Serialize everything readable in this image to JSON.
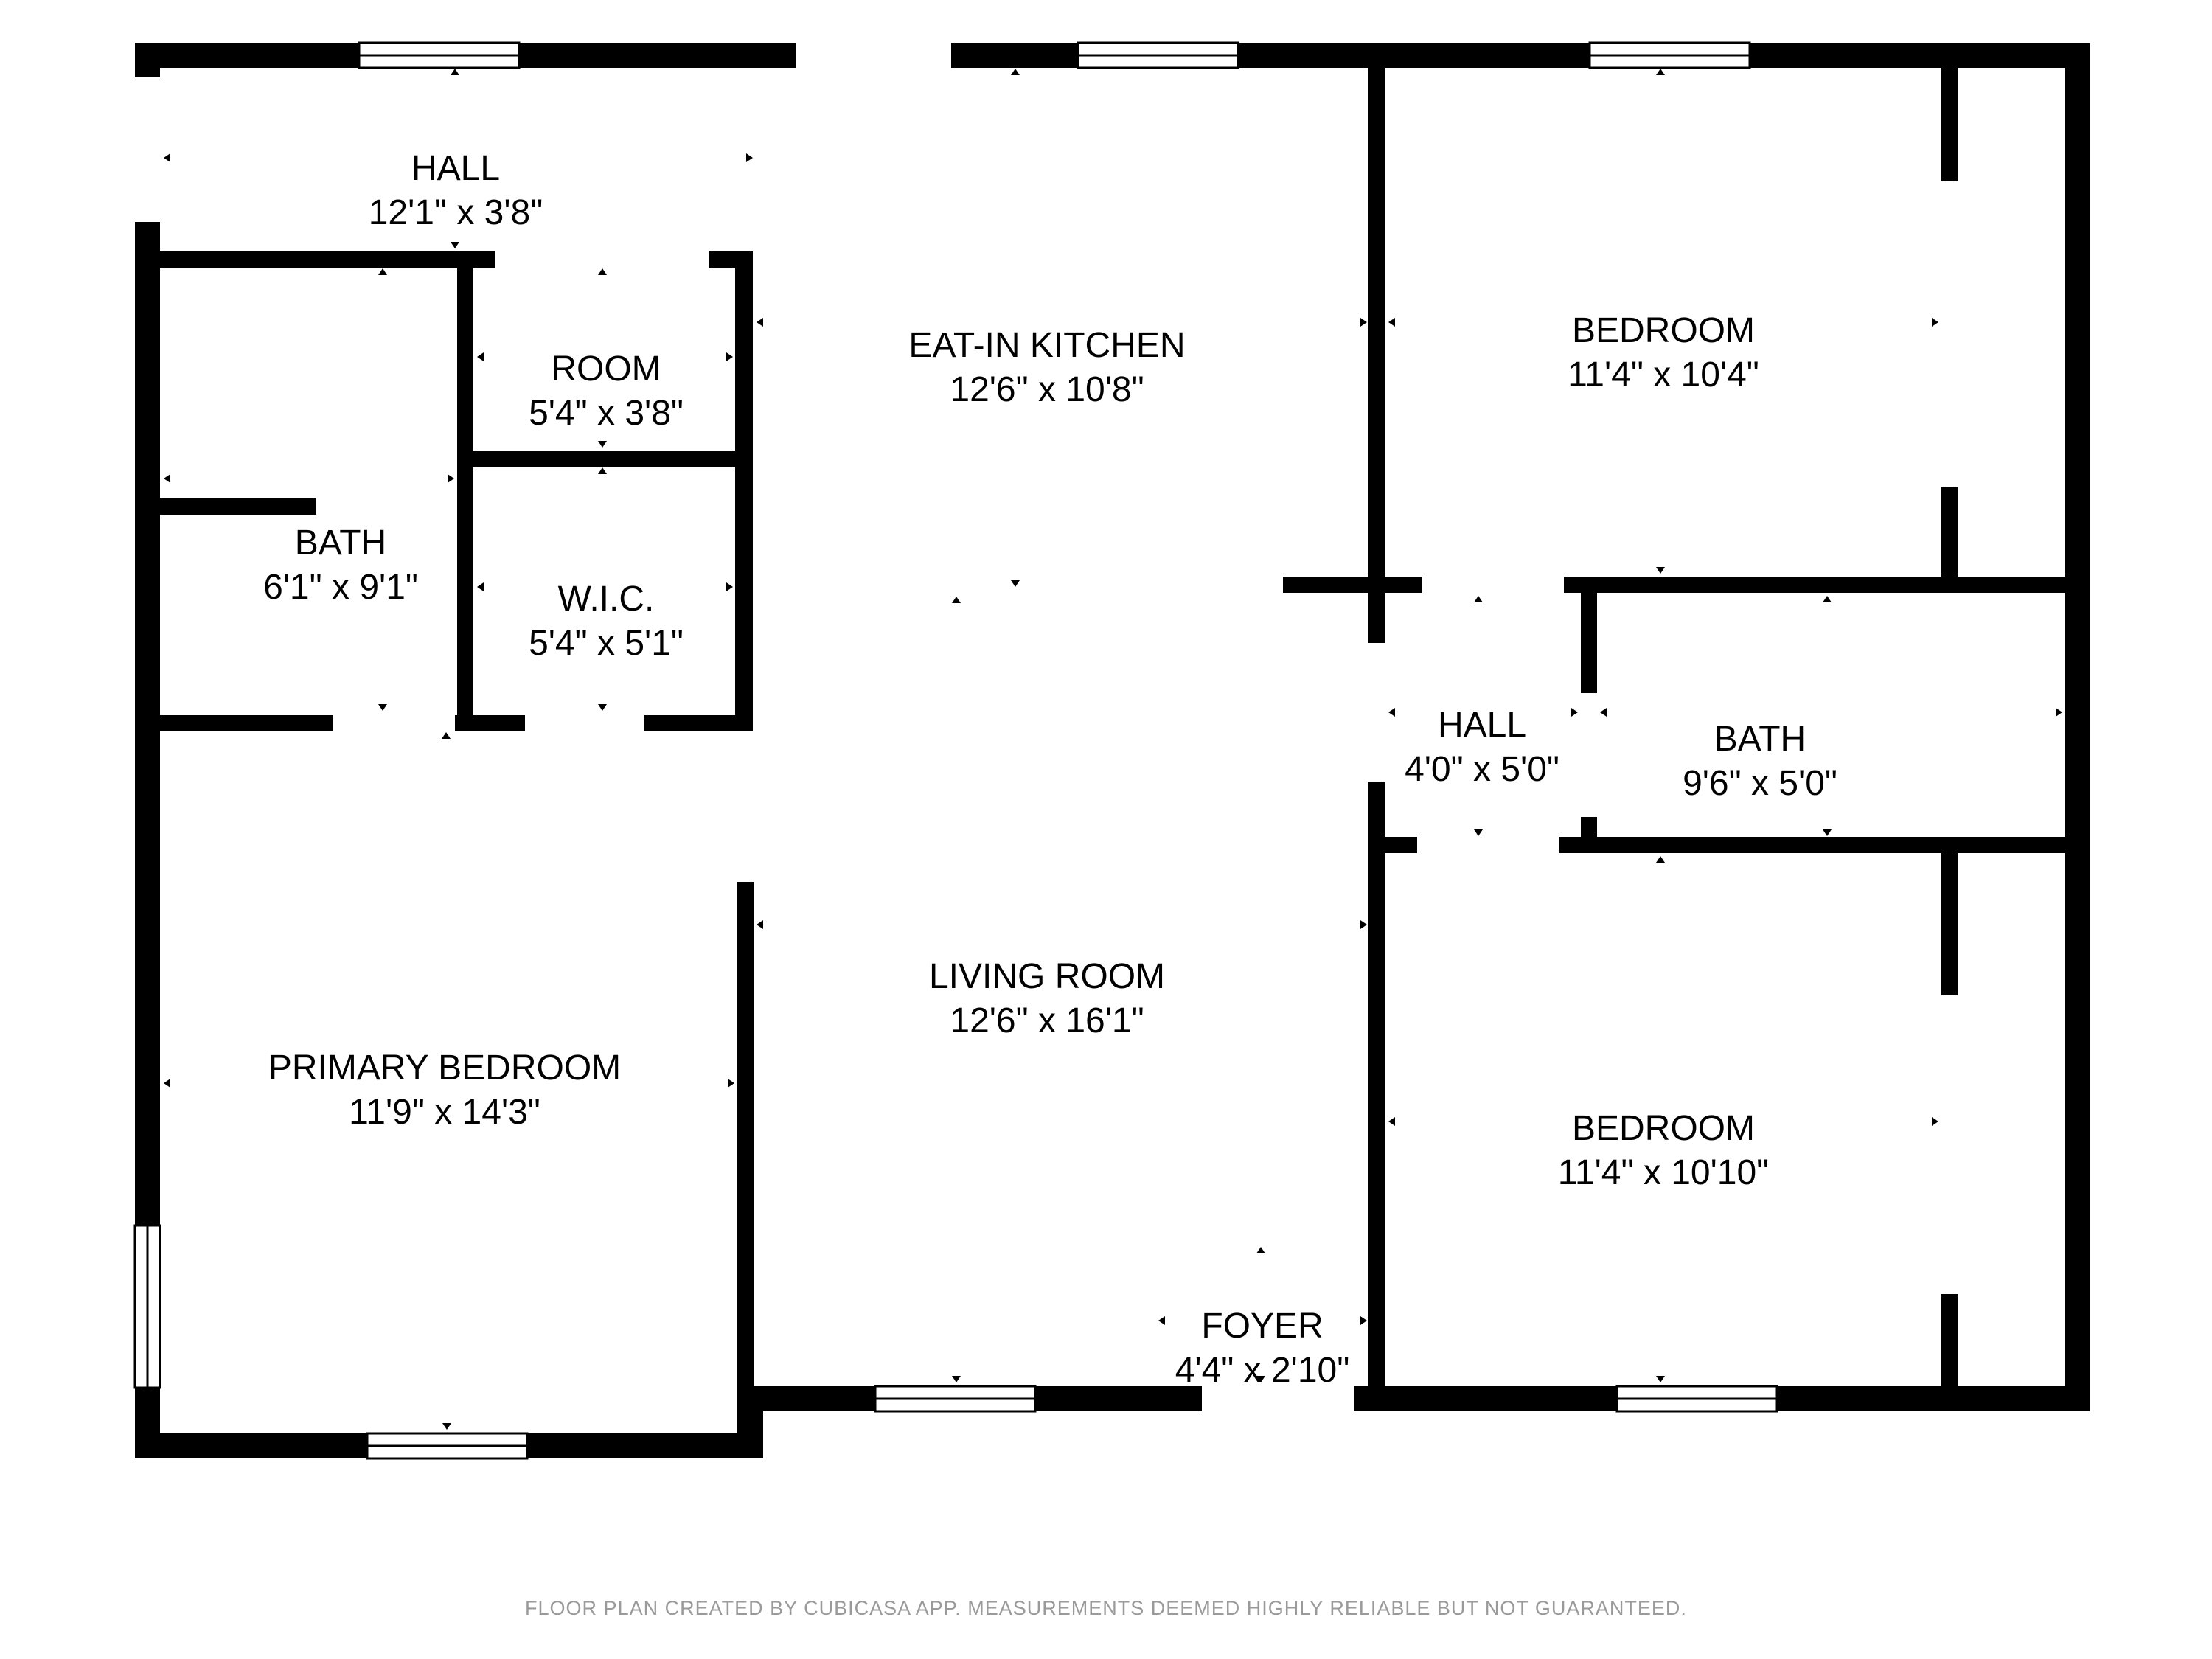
{
  "rooms": [
    {
      "id": "hall-top",
      "name": "HALL",
      "size": "12'1\" x 3'8\""
    },
    {
      "id": "room",
      "name": "ROOM",
      "size": "5'4\" x 3'8\""
    },
    {
      "id": "bath-left",
      "name": "BATH",
      "size": "6'1\" x 9'1\""
    },
    {
      "id": "wic",
      "name": "W.I.C.",
      "size": "5'4\" x 5'1\""
    },
    {
      "id": "kitchen",
      "name": "EAT-IN KITCHEN",
      "size": "12'6\" x 10'8\""
    },
    {
      "id": "living",
      "name": "LIVING ROOM",
      "size": "12'6\" x 16'1\""
    },
    {
      "id": "primary",
      "name": "PRIMARY BEDROOM",
      "size": "11'9\" x 14'3\""
    },
    {
      "id": "bedroom-top",
      "name": "BEDROOM",
      "size": "11'4\" x 10'4\""
    },
    {
      "id": "hall-mid",
      "name": "HALL",
      "size": "4'0\" x 5'0\""
    },
    {
      "id": "bath-right",
      "name": "BATH",
      "size": "9'6\" x 5'0\""
    },
    {
      "id": "bedroom-bottom",
      "name": "BEDROOM",
      "size": "11'4\" x 10'10\""
    },
    {
      "id": "foyer",
      "name": "FOYER",
      "size": "4'4\" x 2'10\""
    }
  ],
  "footer": {
    "note": "FLOOR PLAN CREATED BY CUBICASA APP. MEASUREMENTS DEEMED HIGHLY RELIABLE BUT NOT GUARANTEED."
  },
  "colors": {
    "wall": "#000000",
    "background": "#ffffff",
    "footer_text": "#9a9a9a"
  }
}
